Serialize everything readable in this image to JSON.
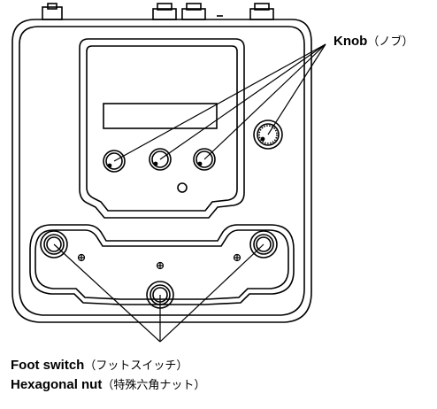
{
  "callouts": {
    "knob": {
      "label": "Knob",
      "sub": "（ノブ）"
    },
    "foot_switch": {
      "label": "Foot switch",
      "sub": "（フットスイッチ）"
    },
    "hex_nut": {
      "label": "Hexagonal nut",
      "sub": "（特殊六角ナット）"
    }
  },
  "style": {
    "line_color": "#000000",
    "fill": "#ffffff"
  }
}
